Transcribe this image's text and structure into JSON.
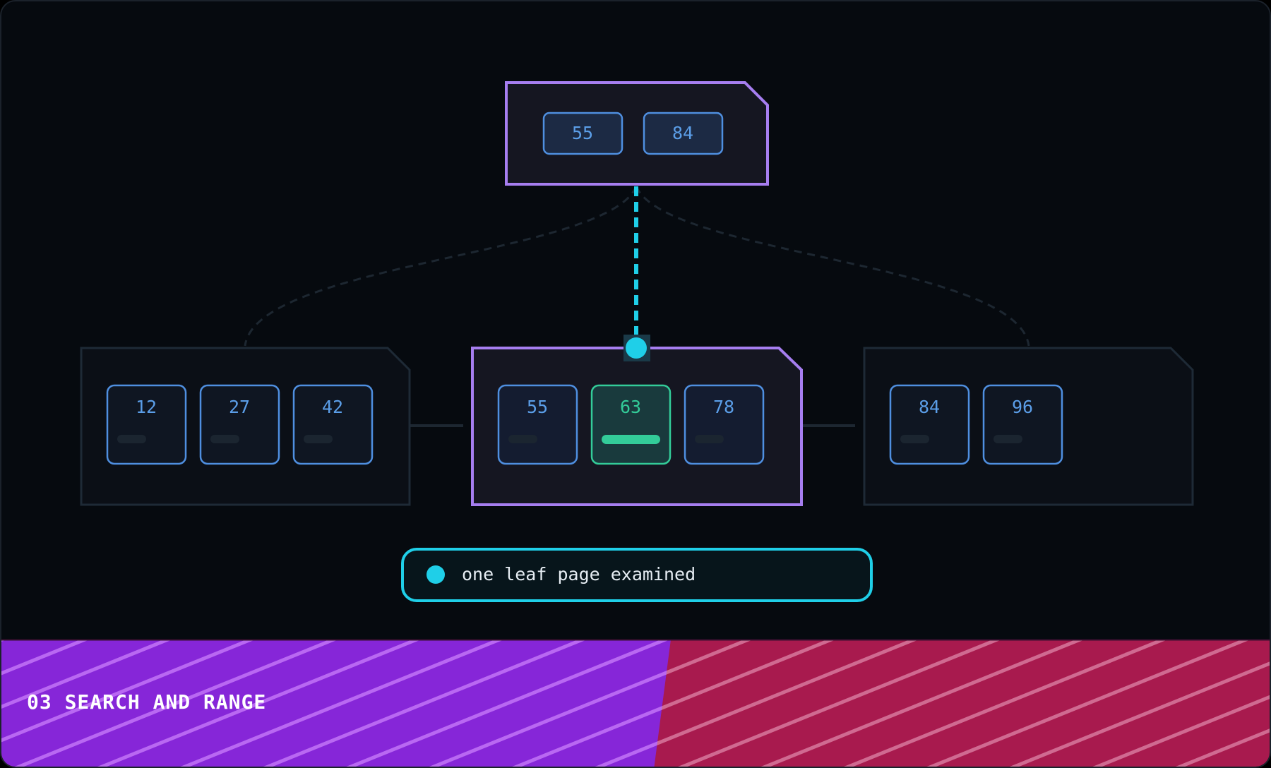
{
  "root": {
    "keys": [
      "55",
      "84"
    ]
  },
  "leaves": [
    {
      "id": "left",
      "keys": [
        "12",
        "27",
        "42"
      ],
      "active": false
    },
    {
      "id": "middle",
      "keys": [
        "55",
        "63",
        "78"
      ],
      "active": true,
      "matched_key": "63"
    },
    {
      "id": "right",
      "keys": [
        "84",
        "96"
      ],
      "active": false
    }
  ],
  "status": {
    "label": "one leaf page examined"
  },
  "footer": {
    "title": "03 SEARCH AND RANGE"
  },
  "colors": {
    "background": "#060a0f",
    "active_border": "#a67ef0",
    "inactive_border": "#1e2a36",
    "key_border": "#4f8fe0",
    "key_text": "#5b9ee8",
    "match": "#33cc99",
    "search_path": "#1fcfe8",
    "footer_left": "#8626d8",
    "footer_right": "#a81a4e"
  },
  "icons": {
    "status": "dot-icon",
    "path_marker": "dot-icon"
  }
}
